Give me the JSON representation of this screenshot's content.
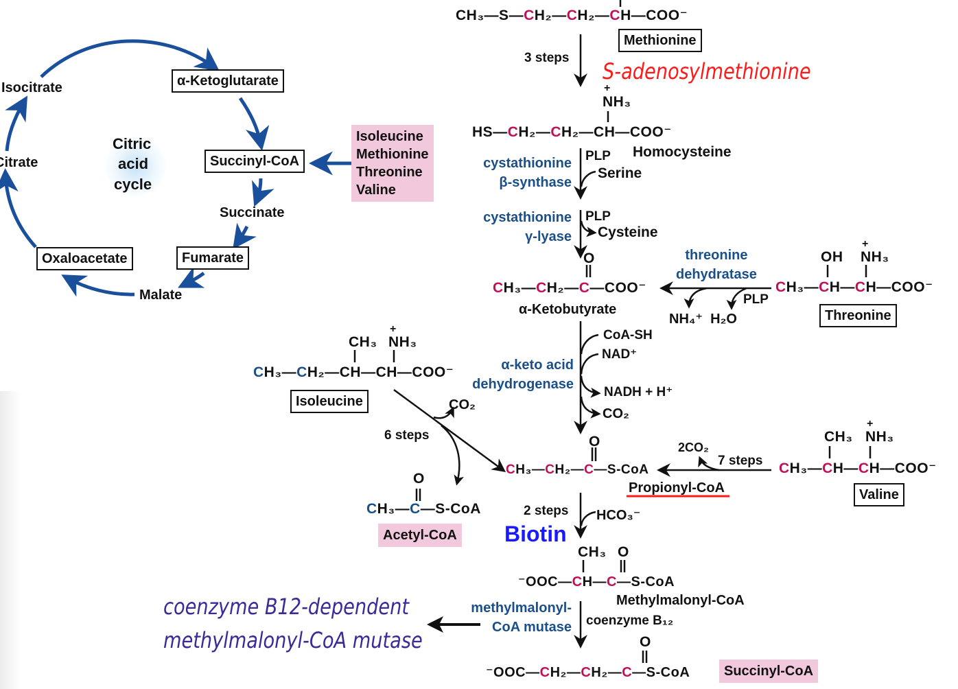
{
  "colors": {
    "cycle_arrow": "#1a4f9c",
    "enzyme_text": "#1a4f8a",
    "highlight_carbon": "#c0105a",
    "pink_box": "#f2c9dc",
    "annotation_red": "#ff1a1a",
    "annotation_blue": "#1a1aff",
    "annotation_indigo": "#3a2a9a"
  },
  "citric_acid_cycle": {
    "center_label": [
      "Citric",
      "acid",
      "cycle"
    ],
    "intermediates": {
      "isocitrate": "Isocitrate",
      "alpha_ketoglutarate": "α-Ketoglutarate",
      "succinyl_coa": "Succinyl-CoA",
      "succinate": "Succinate",
      "fumarate": "Fumarate",
      "malate": "Malate",
      "oxaloacetate": "Oxaloacetate",
      "citrate": "Citrate"
    }
  },
  "feeding_amino_acids": [
    "Isoleucine",
    "Methionine",
    "Threonine",
    "Valine"
  ],
  "methionine": {
    "formula": "CH₃—S—CH₂—CH₂—CH—COO⁻",
    "name": "Methionine",
    "step_label": "3 steps",
    "annotation": "S-adenosylmethionine"
  },
  "homocysteine": {
    "nh3": "NH₃",
    "plus": "+",
    "formula": "HS—CH₂—CH₂—CH—COO⁻",
    "name": "Homocysteine"
  },
  "cbs_step": {
    "enzyme_line1": "cystathionine",
    "enzyme_line2": "β-synthase",
    "cofactor": "PLP",
    "input": "Serine"
  },
  "cgl_step": {
    "enzyme_line1": "cystathionine",
    "enzyme_line2": "γ-lyase",
    "cofactor": "PLP",
    "output": "Cysteine"
  },
  "alpha_ketobutyrate": {
    "o": "O",
    "formula": "CH₃—CH₂—C—COO⁻",
    "name": "α-Ketobutyrate"
  },
  "threonine_step": {
    "enzyme_line1": "threonine",
    "enzyme_line2": "dehydratase",
    "cofactor": "PLP",
    "products": "NH₄⁺  H₂O"
  },
  "threonine": {
    "oh": "OH",
    "nh3": "NH₃",
    "plus": "+",
    "formula": "CH₃—CH—CH—COO⁻",
    "name": "Threonine"
  },
  "kadh_step": {
    "enzyme_line1": "α-keto acid",
    "enzyme_line2": "dehydrogenase",
    "in1": "CoA-SH",
    "in2": "NAD⁺",
    "out1": "NADH + H⁺",
    "out2": "CO₂"
  },
  "isoleucine": {
    "ch3": "CH₃",
    "nh3": "NH₃",
    "plus": "+",
    "formula": "CH₃—CH₂—CH—CH—COO⁻",
    "name": "Isoleucine",
    "co2": "CO₂",
    "step_label": "6 steps"
  },
  "acetyl_coa": {
    "o": "O",
    "formula": "CH₃—C—S-CoA",
    "name": "Acetyl-CoA"
  },
  "propionyl_coa": {
    "o": "O",
    "formula": "CH₃—CH₂—C—S-CoA",
    "name": "Propionyl-CoA"
  },
  "valine_step": {
    "co2": "2CO₂",
    "step_label": "7 steps"
  },
  "valine": {
    "ch3": "CH₃",
    "nh3": "NH₃",
    "plus": "+",
    "formula": "CH₃—CH—CH—COO⁻",
    "name": "Valine"
  },
  "carboxylation_step": {
    "step_label": "2 steps",
    "input": "HCO₃⁻",
    "annotation": "Biotin"
  },
  "methylmalonyl_coa": {
    "ch3": "CH₃",
    "o": "O",
    "formula": "⁻OOC—CH—C—S-CoA",
    "name": "Methylmalonyl-CoA"
  },
  "mutase_step": {
    "enzyme_line1": "methylmalonyl-",
    "enzyme_line2": "CoA mutase",
    "cofactor": "coenzyme B₁₂",
    "annotation_line1": "coenzyme B12-dependent",
    "annotation_line2": "methylmalonyl-CoA mutase"
  },
  "succinyl_coa_product": {
    "o": "O",
    "formula": "⁻OOC—CH₂—CH₂—C—S-CoA",
    "name": "Succinyl-CoA"
  }
}
